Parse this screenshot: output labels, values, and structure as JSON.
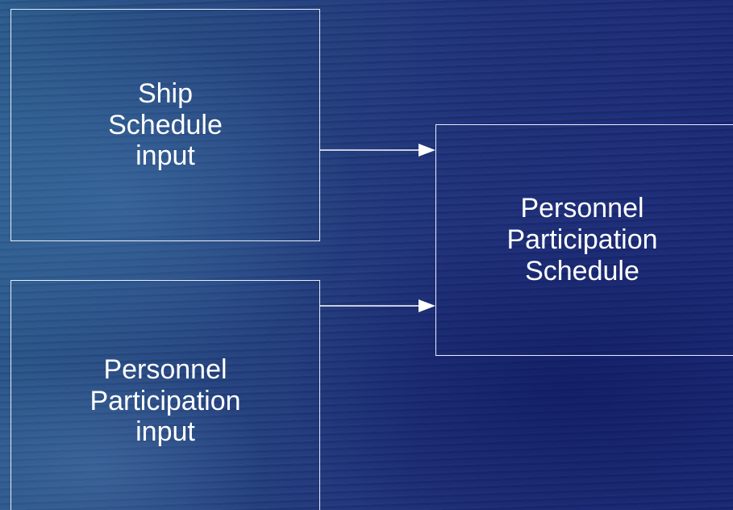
{
  "diagram": {
    "nodes": {
      "ship_schedule_input": "Ship\nSchedule\ninput",
      "personnel_participation_input": "Personnel\nParticipation\ninput",
      "personnel_participation_schedule": "Personnel\nParticipation\nSchedule"
    },
    "edges": [
      {
        "from": "ship_schedule_input",
        "to": "personnel_participation_schedule"
      },
      {
        "from": "personnel_participation_input",
        "to": "personnel_participation_schedule"
      }
    ],
    "colors": {
      "background": "#1d2f78",
      "box_border": "#e8eefc",
      "text": "#ffffff",
      "arrow": "#ffffff"
    }
  }
}
